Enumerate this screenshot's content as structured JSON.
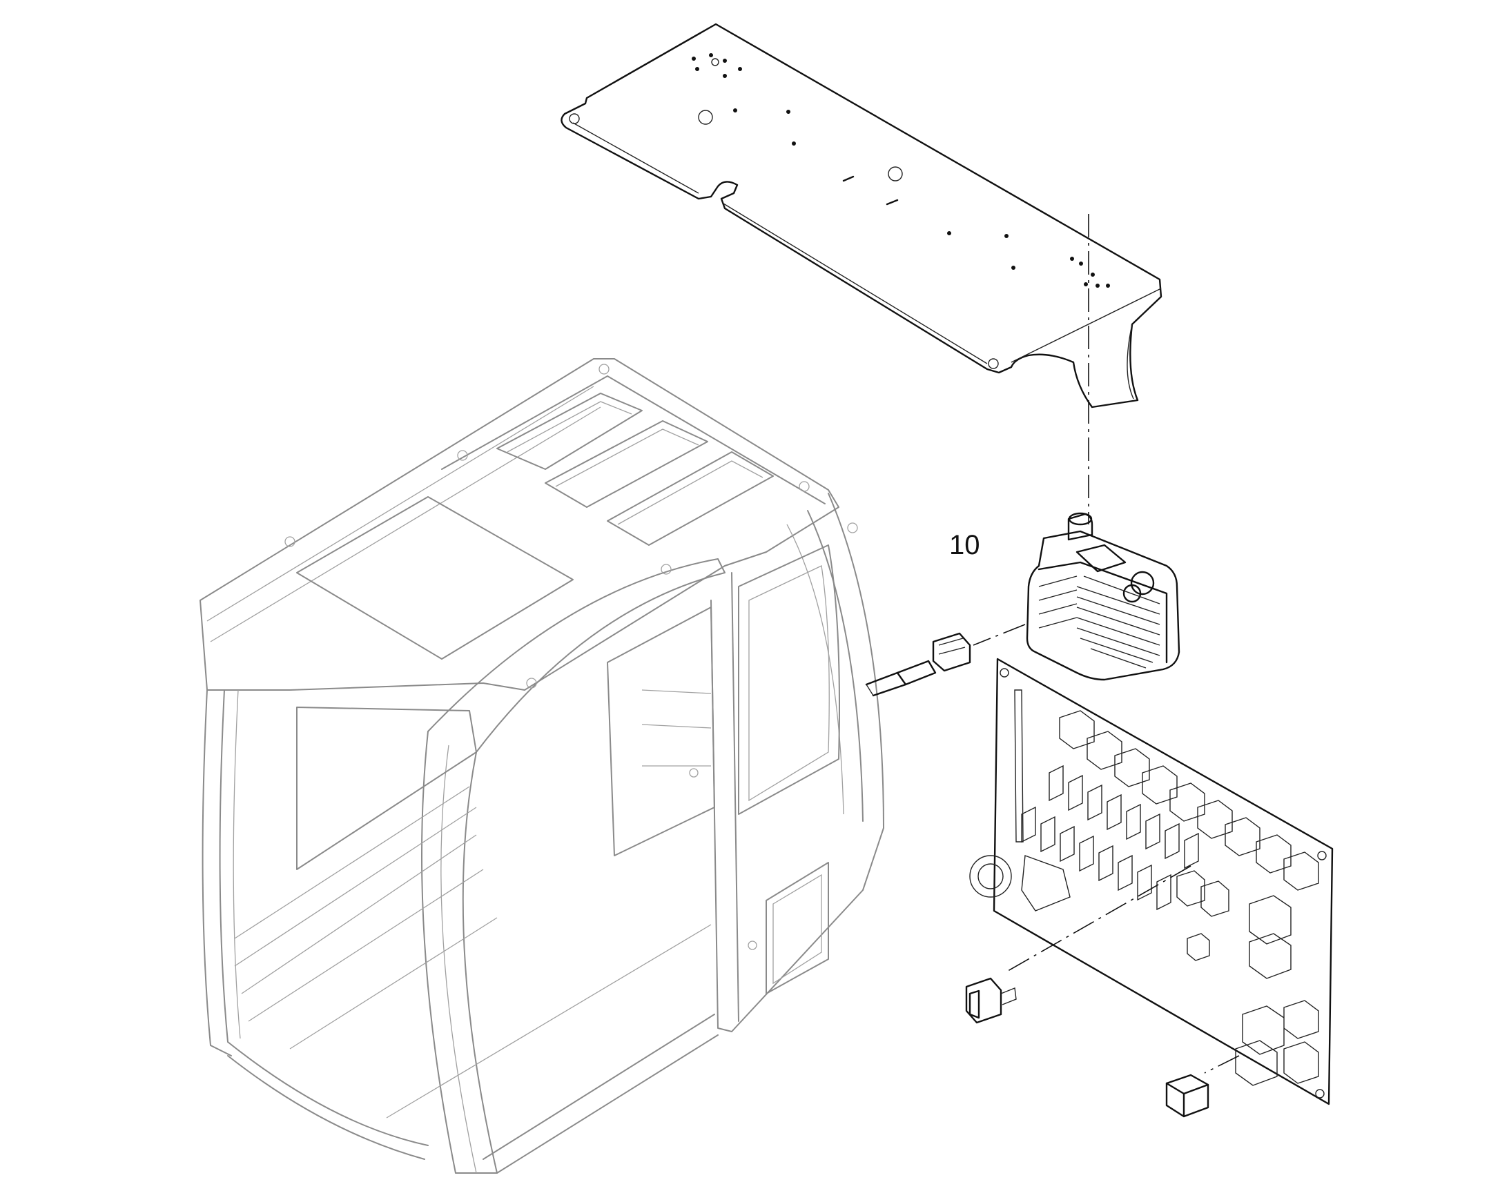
{
  "callouts": [
    {
      "label": "10"
    }
  ],
  "colors": {
    "line": "#111111",
    "cab_line": "#8a8a8a",
    "background": "#ffffff"
  },
  "icons": [
    "roof-panel-drawing",
    "cab-frame-drawing",
    "work-light-drawing",
    "connector-plug-drawing",
    "fuse-relay-board-drawing",
    "fuse-drawing",
    "relay-drawing"
  ]
}
